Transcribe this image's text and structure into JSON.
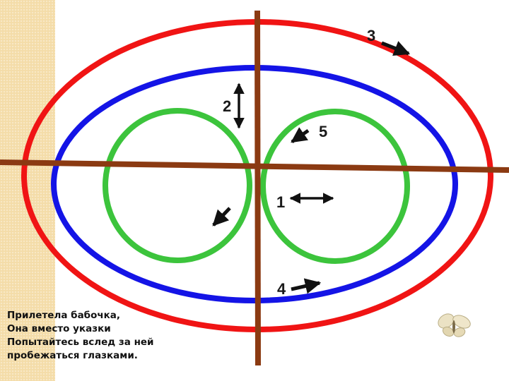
{
  "colors": {
    "sidebar": "#f4dca8",
    "outer_ellipse": "#f01414",
    "middle_ellipse": "#1414e6",
    "circles": "#3cc43c",
    "cross_lines": "#8b3a12",
    "arrows": "#111111"
  },
  "labels": {
    "one": "1",
    "two": "2",
    "three": "3",
    "four": "4",
    "five": "5"
  },
  "poem": {
    "line1": "Прилетела бабочка,",
    "line2": "Она вместо указки",
    "line3": "Попытайтесь вслед за ней",
    "line4": "пробежаться глазками."
  },
  "icons": {
    "butterfly": "butterfly-icon"
  }
}
